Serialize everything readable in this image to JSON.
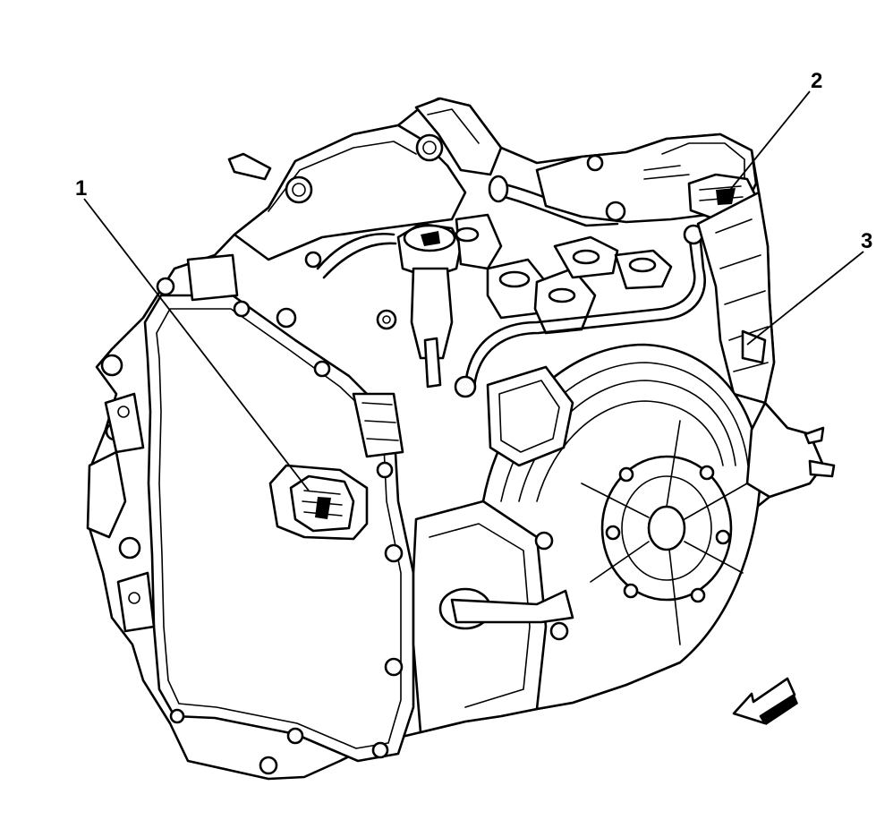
{
  "callouts": [
    {
      "id": "1",
      "label": "1"
    },
    {
      "id": "2",
      "label": "2"
    },
    {
      "id": "3",
      "label": "3"
    }
  ],
  "colors": {
    "line": "#000000",
    "background": "#ffffff"
  },
  "icons": {
    "direction": "front-arrow-icon"
  }
}
